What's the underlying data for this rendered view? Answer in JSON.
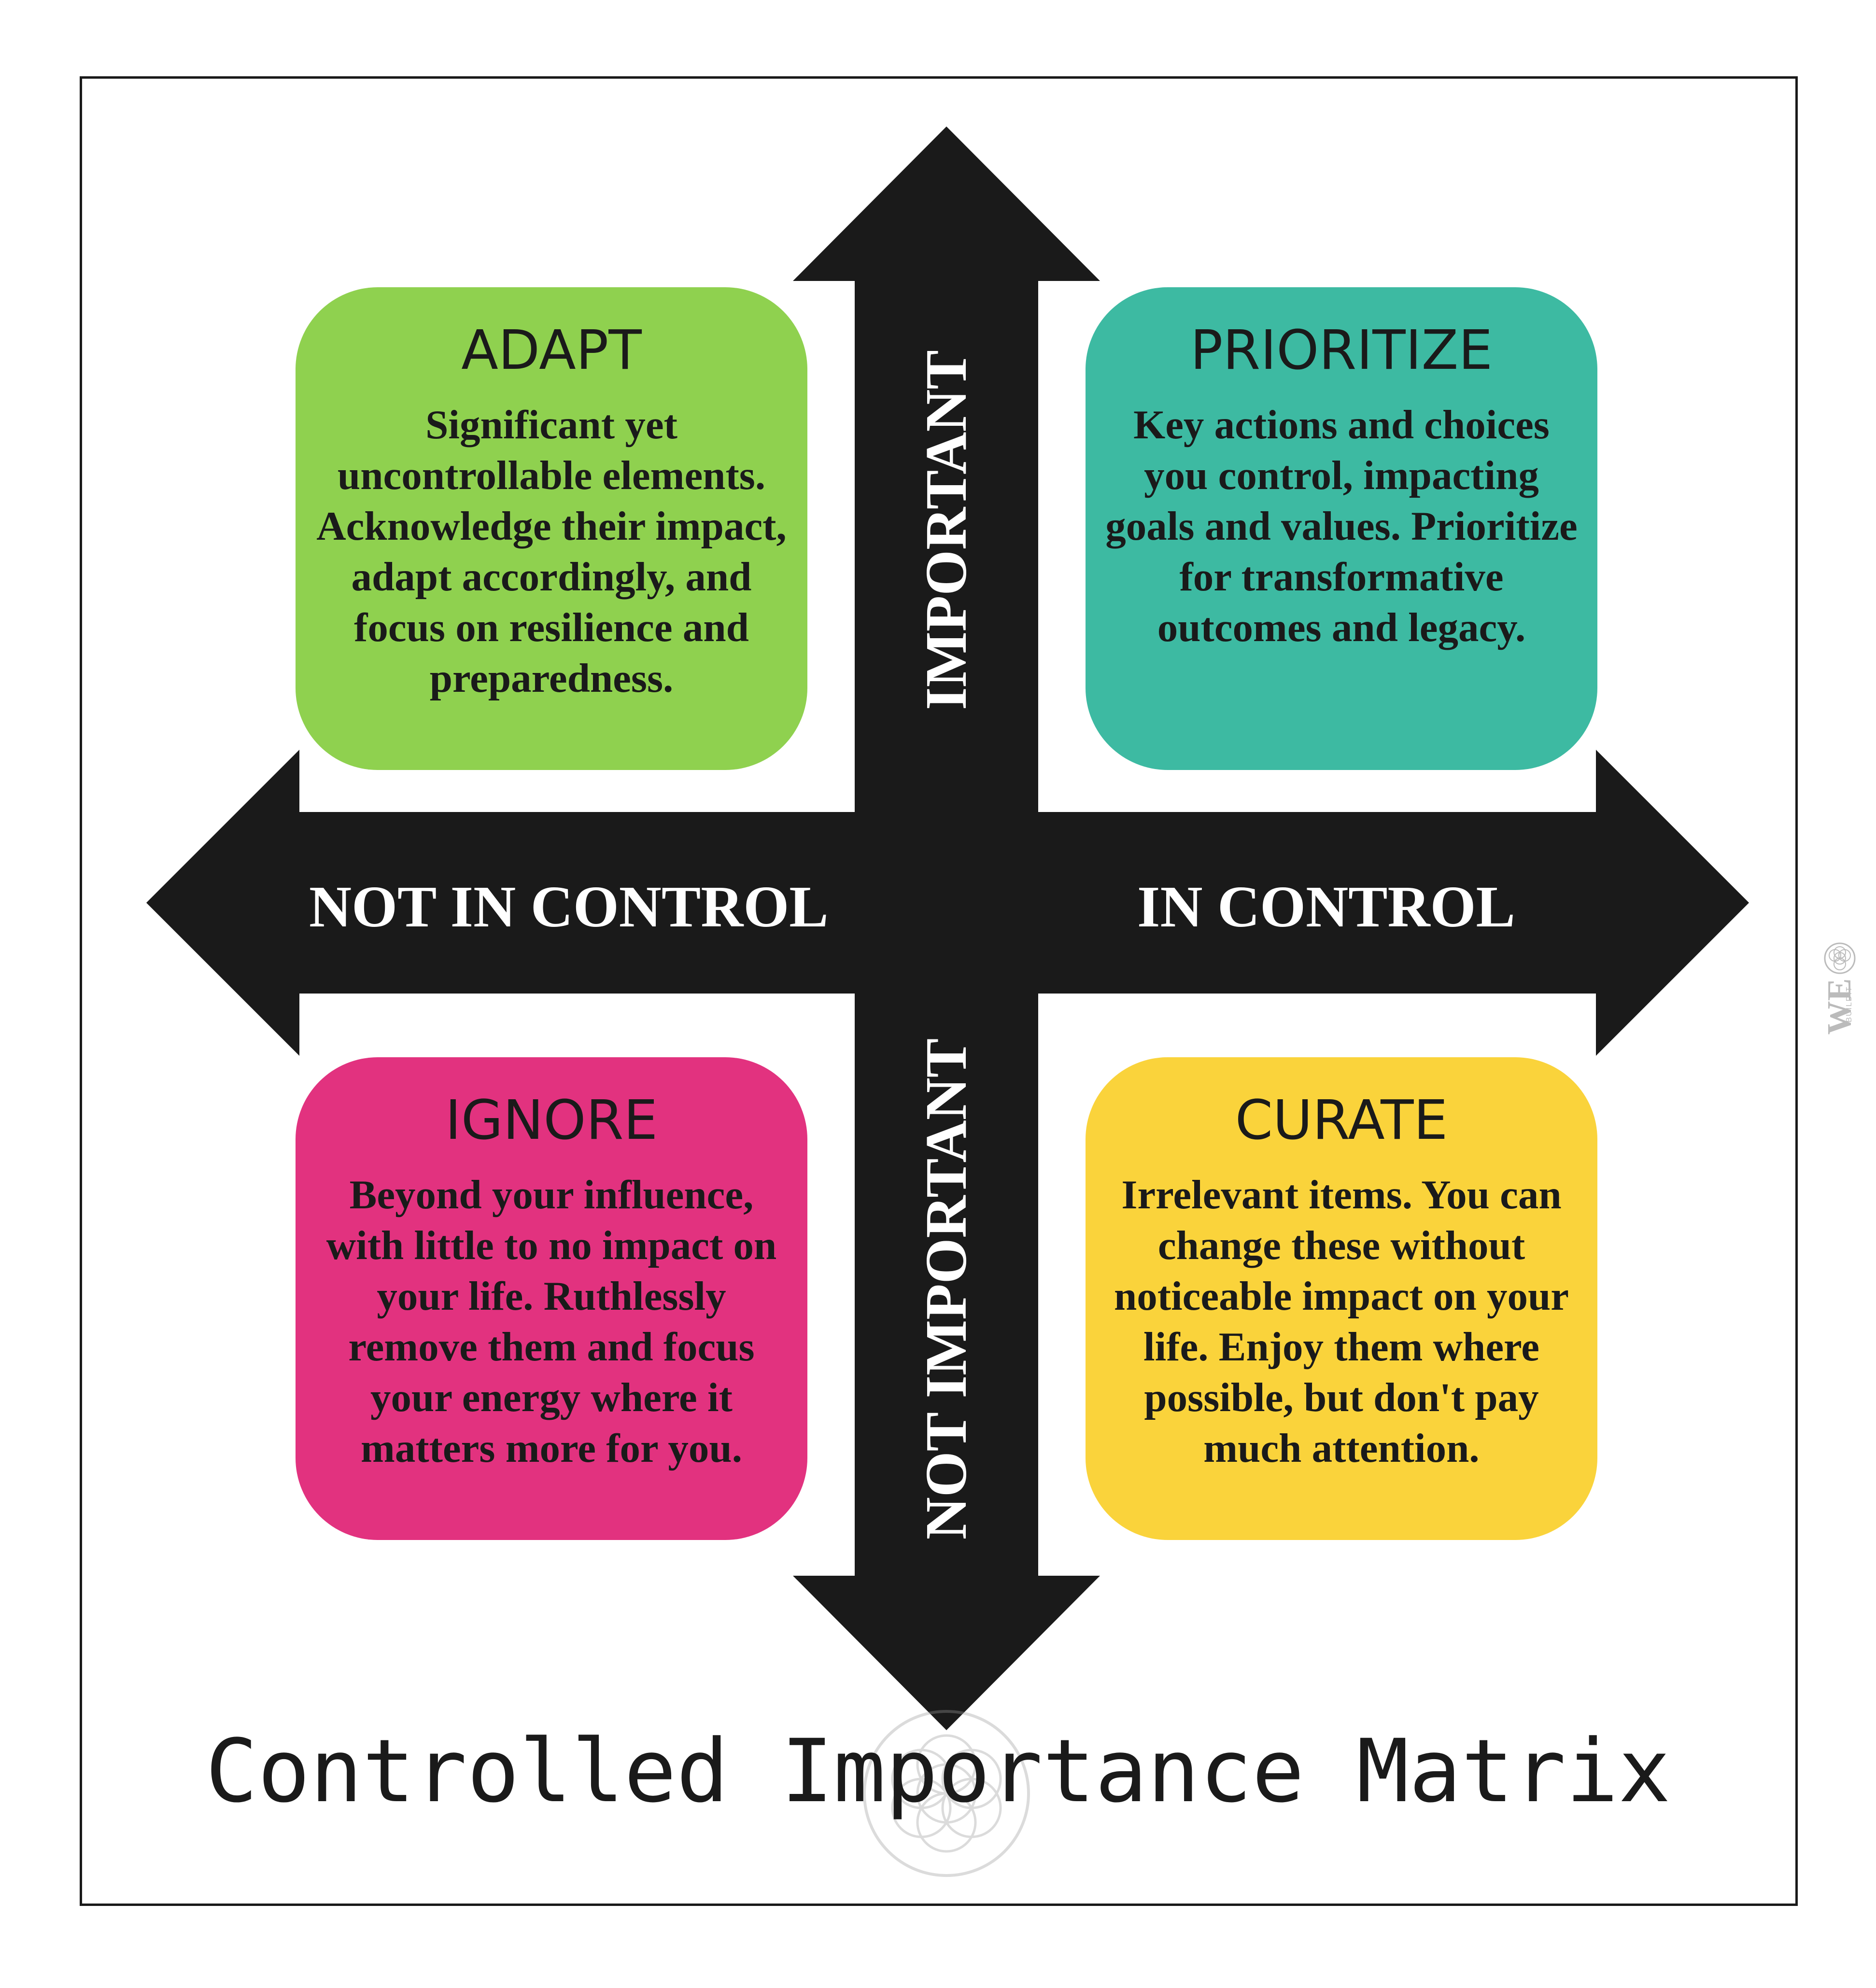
{
  "title": "Controlled Importance Matrix",
  "axes": {
    "top": "IMPORTANT",
    "bottom": "NOT IMPORTANT",
    "left": "NOT IN CONTROL",
    "right": "IN CONTROL"
  },
  "quadrants": {
    "top_left": {
      "title": "ADAPT",
      "body": "Significant yet uncontrollable elements. Acknowledge their impact, adapt accordingly, and focus on resilience and preparedness.",
      "color": "#8fd14f"
    },
    "top_right": {
      "title": "PRIORITIZE",
      "body": "Key actions and choices you control, impacting goals and values. Prioritize for transformative outcomes and legacy.",
      "color": "#3dbaa2"
    },
    "bottom_left": {
      "title": "IGNORE",
      "body": "Beyond your influence, with little to no impact on your life. Ruthlessly remove them and focus your energy where it matters more for you.",
      "color": "#e2327f"
    },
    "bottom_right": {
      "title": "CURATE",
      "body": "Irrelevant items.  You can change these without noticeable impact on your life. Enjoy them where possible, but don't pay much attention.",
      "color": "#fad33b"
    }
  },
  "logo": {
    "text": "WE",
    "subtext": "BUILDIT"
  },
  "colors": {
    "arrow": "#1a1a1a",
    "frame": "#1a1a1a",
    "background": "#ffffff"
  }
}
